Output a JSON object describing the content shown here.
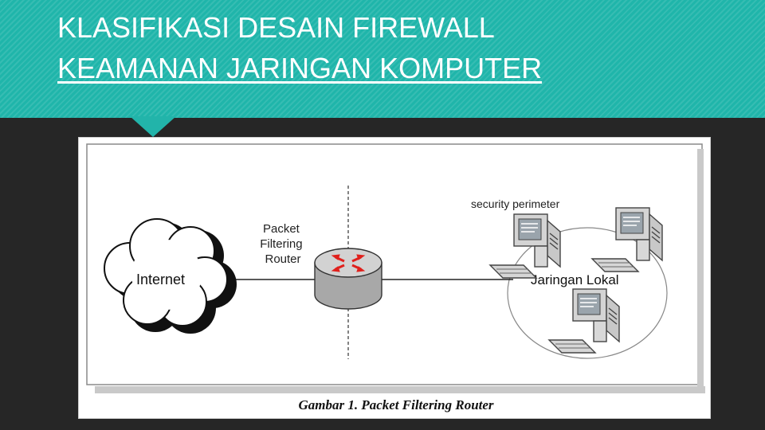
{
  "slide": {
    "title_line_1": "KLASIFIKASI DESAIN FIREWALL",
    "title_line_2": "KEAMANAN JARINGAN KOMPUTER"
  },
  "diagram": {
    "internet_label": "Internet",
    "router_label_lines": [
      "Packet",
      "Filtering",
      "Router"
    ],
    "perimeter_label": "security perimeter",
    "lan_label": "Jaringan Lokal",
    "caption": "Gambar 1. Packet Filtering Router"
  },
  "colors": {
    "header_teal": "#1fb5aa",
    "background": "#262626",
    "router_arrow_red": "#e0201c"
  }
}
